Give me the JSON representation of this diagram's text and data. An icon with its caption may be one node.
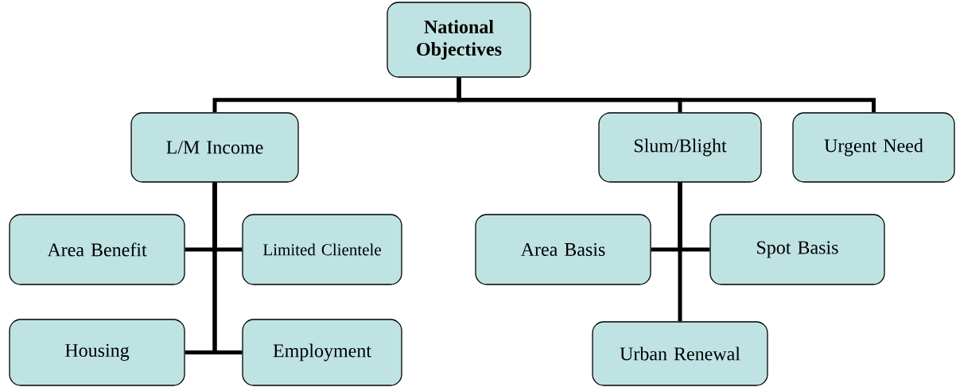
{
  "diagram": {
    "nodes": [
      {
        "text": [
          "National Objectives"
        ]
      },
      {
        "text": [
          "L/M Income"
        ]
      },
      {
        "text": [
          "Slum/Blight"
        ]
      },
      {
        "text": [
          "Urgent Need"
        ]
      },
      {
        "text": [
          "Area Benefit"
        ]
      },
      {
        "text": [
          "Limited Clientele"
        ]
      },
      {
        "text": [
          "Housing"
        ]
      },
      {
        "text": [
          "Employment"
        ]
      },
      {
        "text": [
          "Area Basis"
        ]
      },
      {
        "text": [
          "Spot Basis"
        ]
      },
      {
        "text": [
          "Urban Renewal"
        ]
      }
    ],
    "edges": [
      {
        "from": 0,
        "to": 1,
        "arrow": "none"
      },
      {
        "from": 0,
        "to": 2,
        "arrow": "none"
      },
      {
        "from": 0,
        "to": 3,
        "arrow": "none"
      },
      {
        "from": 1,
        "to": 4,
        "arrow": "none"
      },
      {
        "from": 1,
        "to": 5,
        "arrow": "none"
      },
      {
        "from": 1,
        "to": 6,
        "arrow": "none"
      },
      {
        "from": 1,
        "to": 7,
        "arrow": "none"
      },
      {
        "from": 2,
        "to": 8,
        "arrow": "none"
      },
      {
        "from": 2,
        "to": 9,
        "arrow": "none"
      },
      {
        "from": 2,
        "to": 10,
        "arrow": "none"
      }
    ]
  }
}
